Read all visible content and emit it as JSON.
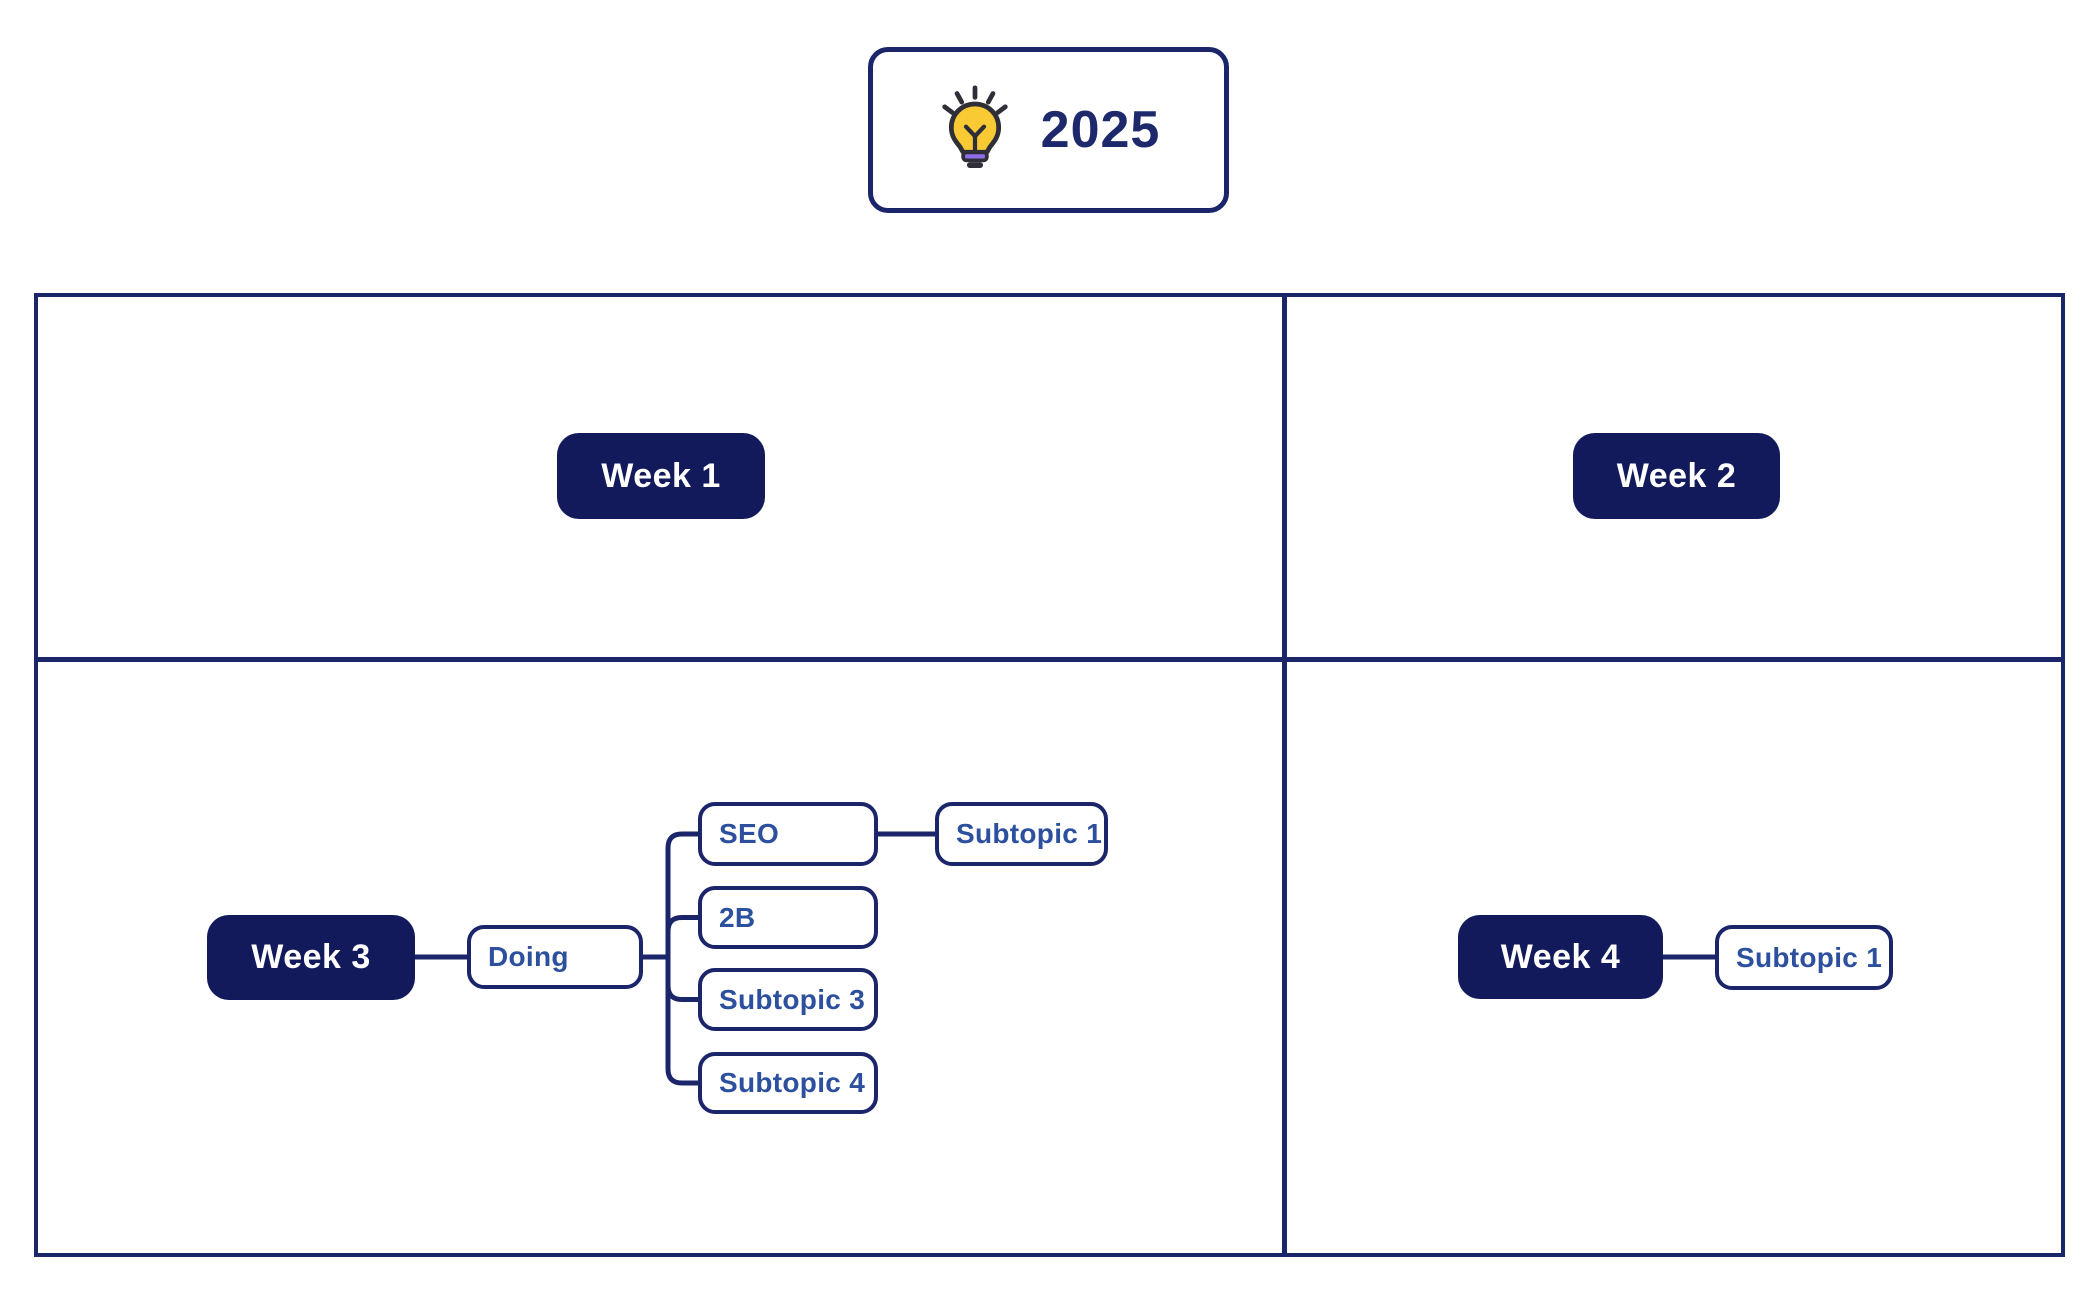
{
  "colors": {
    "node_fill_navy": "#121a5c",
    "line_navy": "#1b2569",
    "node_text_white": "#ffffff",
    "subtopic_text_blue": "#2d509e",
    "root_text_navy": "#1d296b",
    "bulb_yellow": "#f9ca33",
    "bulb_purple": "#8f6ce8",
    "bulb_outline": "#2f2f38",
    "background": "#ffffff"
  },
  "mindmap": {
    "root": {
      "label": "2025",
      "icon": "lightbulb-icon"
    },
    "weeks": [
      {
        "label": "Week 1",
        "children": []
      },
      {
        "label": "Week 2",
        "children": []
      },
      {
        "label": "Week 3",
        "children": [
          {
            "label": "Doing",
            "children": [
              {
                "label": "SEO",
                "children": [
                  {
                    "label": "Subtopic 1",
                    "children": []
                  }
                ]
              },
              {
                "label": "2B",
                "children": []
              },
              {
                "label": "Subtopic 3",
                "children": []
              },
              {
                "label": "Subtopic 4",
                "children": []
              }
            ]
          }
        ]
      },
      {
        "label": "Week 4",
        "children": [
          {
            "label": "Subtopic 1",
            "children": []
          }
        ]
      }
    ]
  }
}
